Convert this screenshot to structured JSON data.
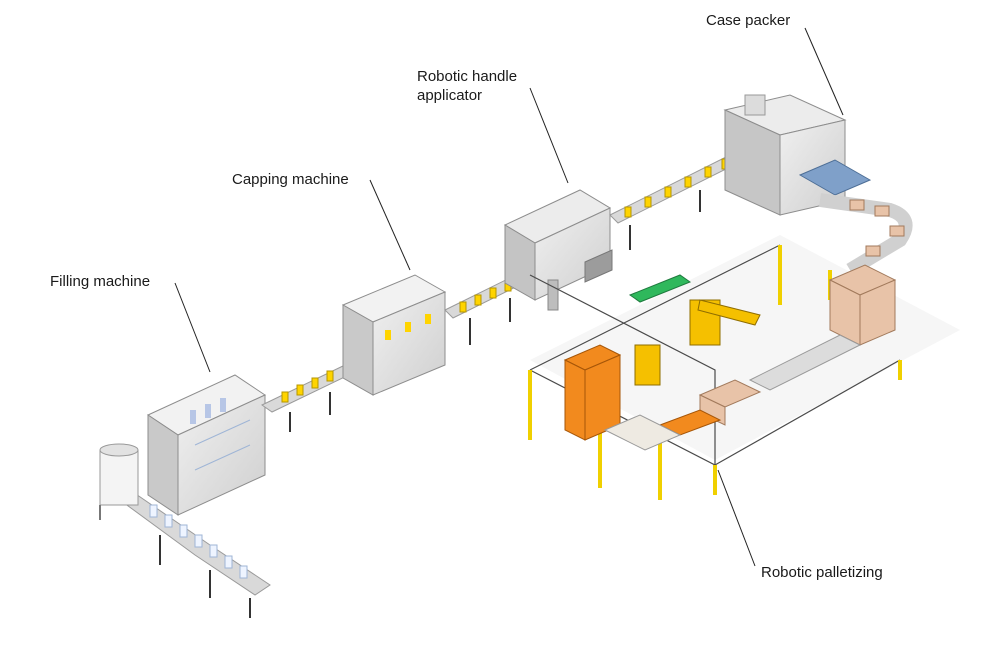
{
  "labels": {
    "case_packer": "Case packer",
    "handle_applicator_line1": "Robotic handle",
    "handle_applicator_line2": "applicator",
    "capping": "Capping machine",
    "filling": "Filling machine",
    "palletizing": "Robotic palletizing"
  },
  "colors": {
    "machine_body": "#e4e4e4",
    "machine_dark": "#b9b9b9",
    "conveyor": "#d9d9d9",
    "bottle": "#ffd400",
    "robot": "#f5c000",
    "pallet": "#f28a1e",
    "boxes": "#e8c3a8",
    "fence_post": "#f0d000",
    "fence_panel": "#4a4a4a",
    "leader": "#222222",
    "green_sign": "#2fb85c"
  }
}
